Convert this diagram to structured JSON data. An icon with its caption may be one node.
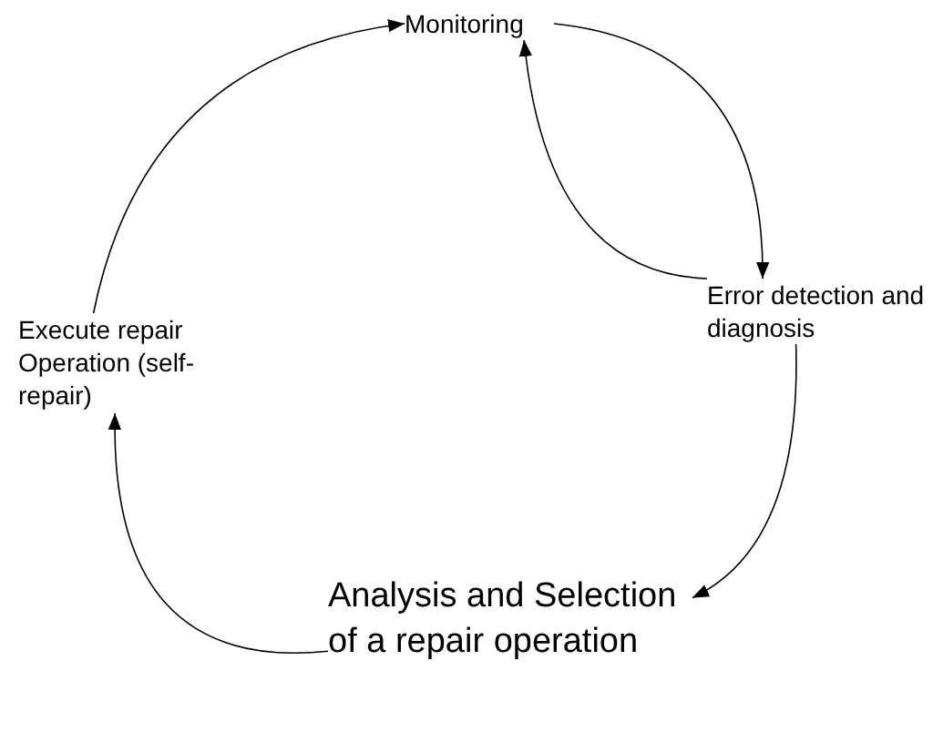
{
  "diagram": {
    "nodes": [
      {
        "text": [
          "Monitoring"
        ]
      },
      {
        "text": [
          "Error detection and diagnosis"
        ]
      },
      {
        "text": [
          "Analysis and Selection of a repair operation"
        ]
      },
      {
        "text": [
          "Execute repair Operation (self-repair)"
        ]
      }
    ],
    "edges": [
      {
        "from": 0,
        "to": 1,
        "arrow": "to"
      },
      {
        "from": 1,
        "to": 0,
        "arrow": "to"
      },
      {
        "from": 1,
        "to": 2,
        "arrow": "to"
      },
      {
        "from": 2,
        "to": 3,
        "arrow": "to"
      },
      {
        "from": 3,
        "to": 0,
        "arrow": "to"
      }
    ]
  }
}
